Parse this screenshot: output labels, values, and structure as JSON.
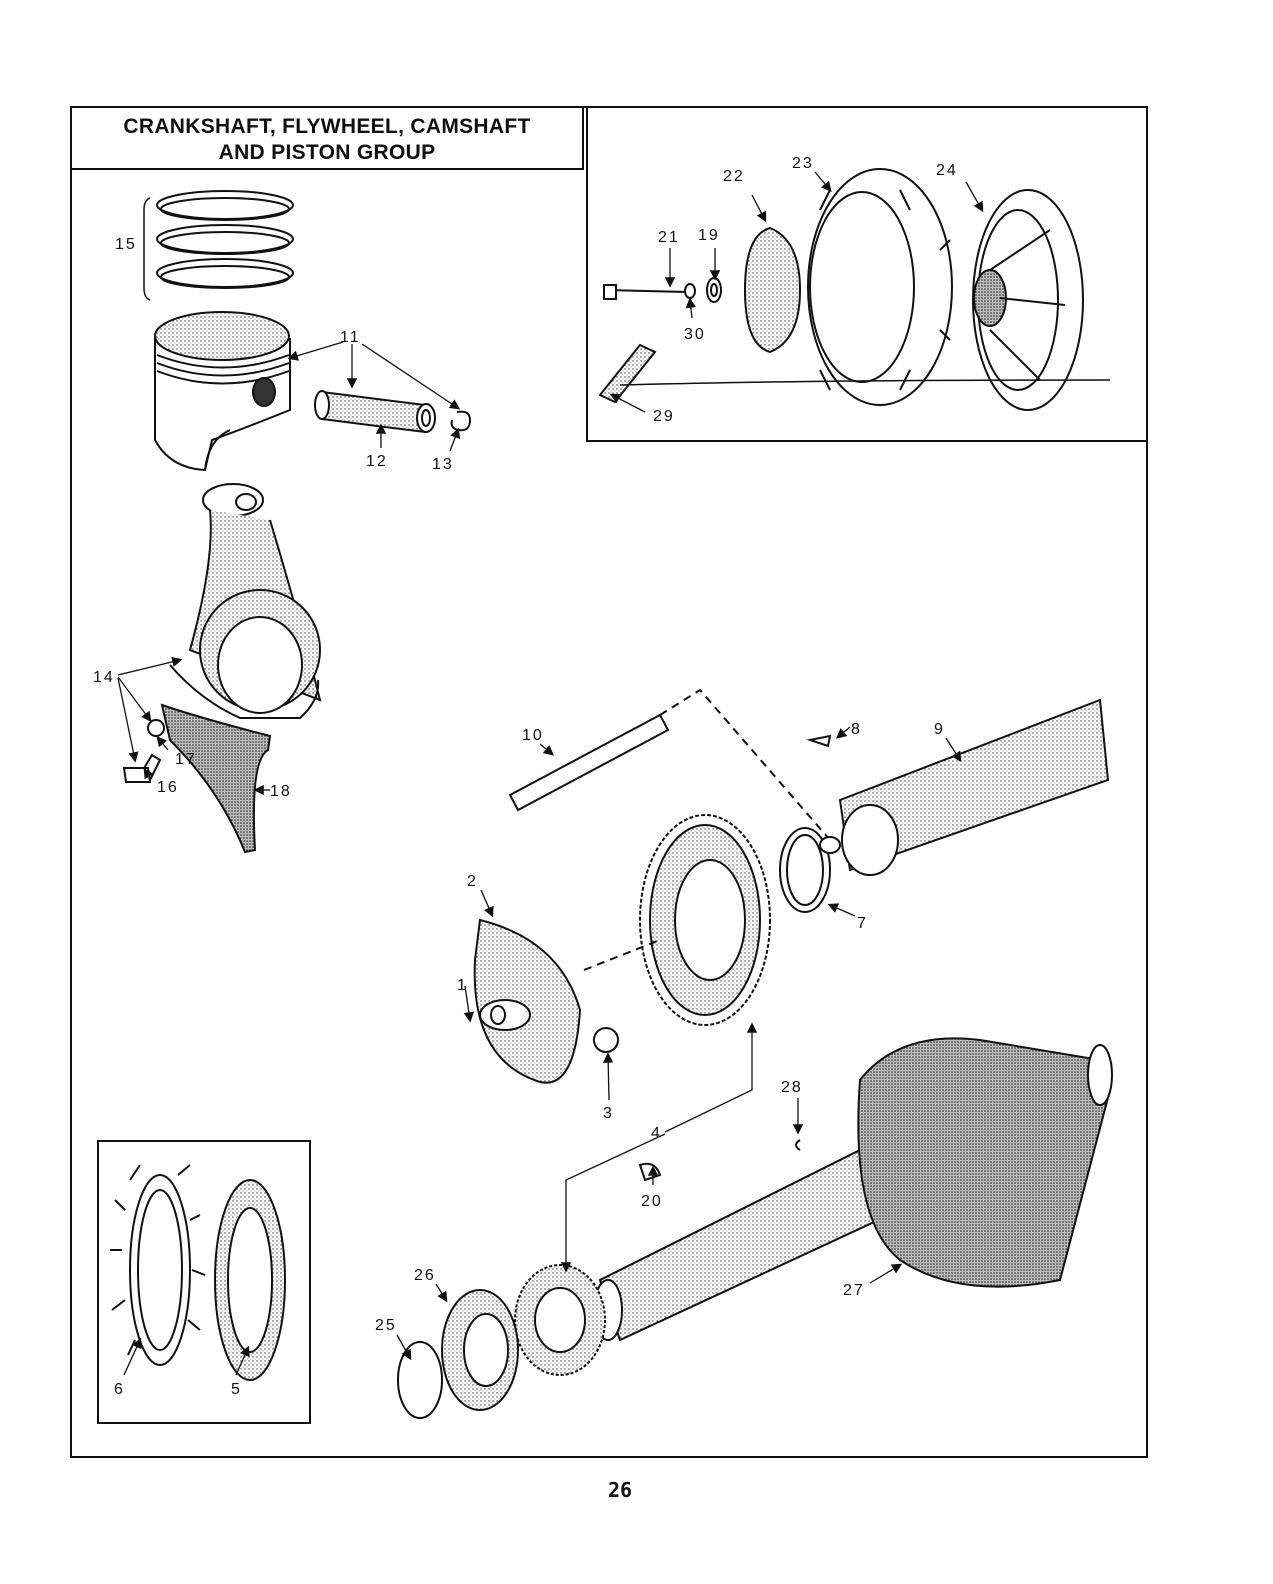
{
  "title": {
    "line1": "CRANKSHAFT, FLYWHEEL, CAMSHAFT",
    "line2": "AND PISTON GROUP"
  },
  "page_number": "26",
  "callouts": [
    "1",
    "2",
    "3",
    "4",
    "5",
    "6",
    "7",
    "8",
    "9",
    "10",
    "11",
    "12",
    "13",
    "14",
    "15",
    "16",
    "17",
    "18",
    "19",
    "20",
    "21",
    "22",
    "23",
    "24",
    "25",
    "26",
    "27",
    "28",
    "29",
    "30"
  ],
  "parts": [
    "piston-rings",
    "piston",
    "piston-pin",
    "piston-pin-retainer",
    "connecting-rod",
    "rod-cap",
    "rod-bolt",
    "lock-plate",
    "flywheel",
    "flywheel-blower-housing",
    "flywheel-screen",
    "flywheel-nut",
    "washer",
    "starter-cup",
    "flywheel-key",
    "camshaft",
    "cam-gear",
    "governor-plate",
    "shaft",
    "ball",
    "thrust-washer",
    "spring-washer",
    "crankshaft",
    "crank-gear",
    "woodruff-key",
    "retaining-ring",
    "washer-plate"
  ]
}
